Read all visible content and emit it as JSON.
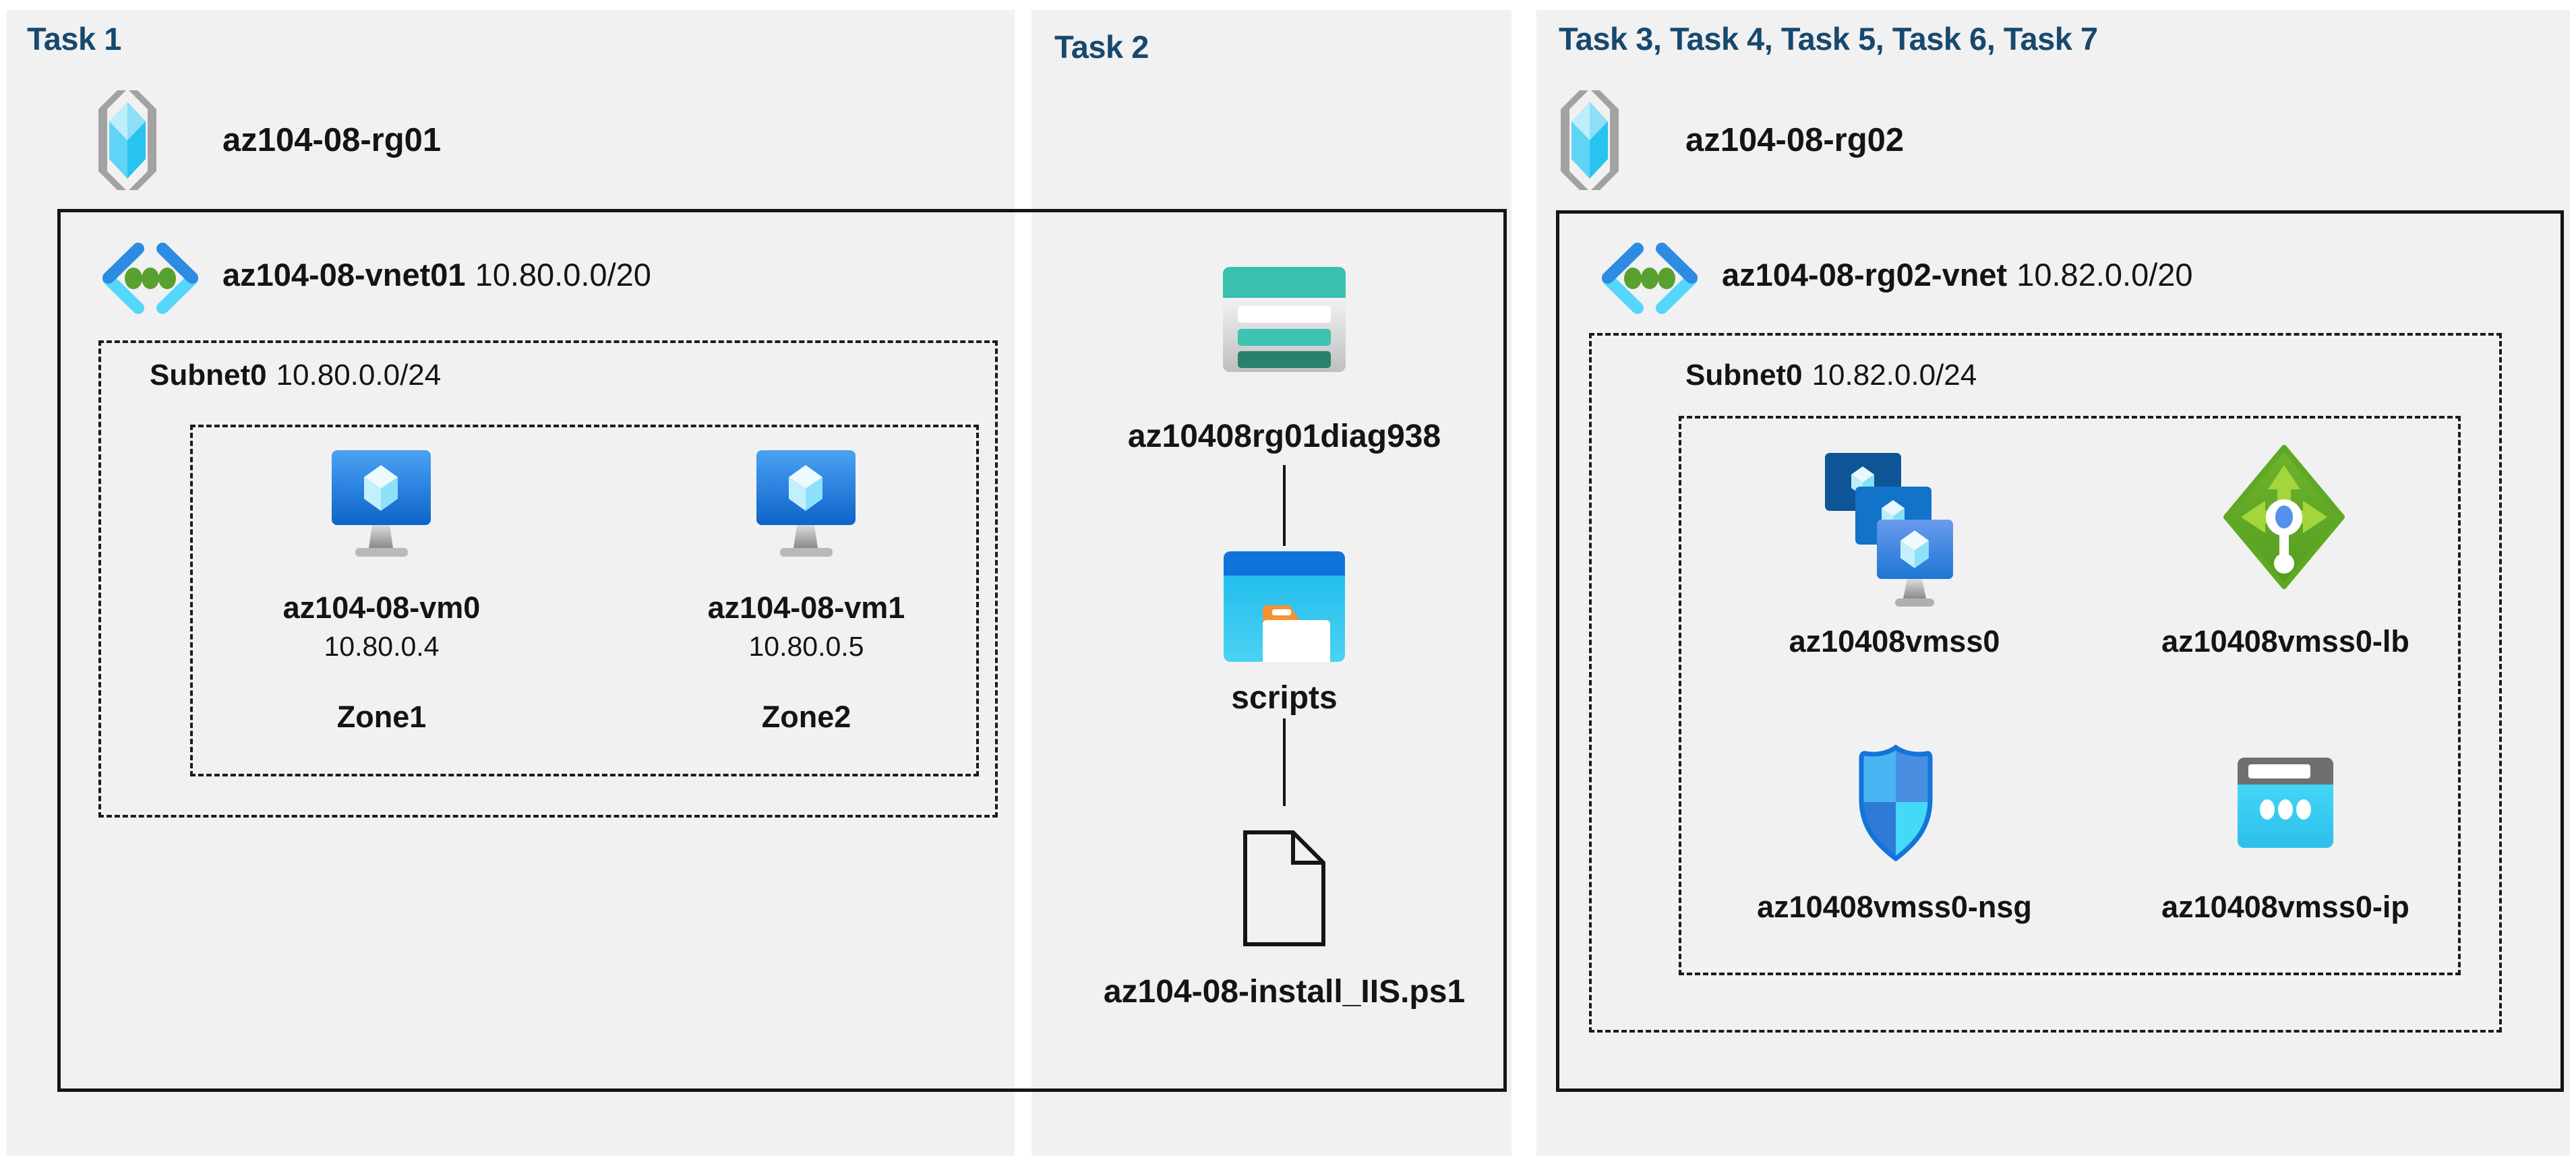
{
  "colors": {
    "page_bg": "#ffffff",
    "panel_bg": "#f1f1f1",
    "heading": "#17496e",
    "line": "#151515",
    "vnet_blue": "#2d8ce2",
    "vnet_cyan": "#55d7fb",
    "vnet_green": "#58a12e",
    "storage_teal": "#3ac0ae",
    "lb_green": "#68ad25",
    "nsg_blue": "#1374da",
    "ip_cyan": "#3bd1f5"
  },
  "panels": [
    {
      "title": "Task 1",
      "resource_group": {
        "icon": "resource-group",
        "name": "az104-08-rg01"
      },
      "vnet": {
        "icon": "virtual-network",
        "name": "az104-08-vnet01",
        "cidr": "10.80.0.0/20"
      },
      "subnet": {
        "name": "Subnet0",
        "cidr": "10.80.0.0/24"
      },
      "vms": [
        {
          "icon": "virtual-machine",
          "name": "az104-08-vm0",
          "ip": "10.80.0.4",
          "zone": "Zone1"
        },
        {
          "icon": "virtual-machine",
          "name": "az104-08-vm1",
          "ip": "10.80.0.5",
          "zone": "Zone2"
        }
      ]
    },
    {
      "title": "Task 2",
      "storage_account": {
        "icon": "storage-account",
        "name": "az10408rg01diag938"
      },
      "container": {
        "icon": "blob-container",
        "name": "scripts"
      },
      "file": {
        "icon": "script-file",
        "name": "az104-08-install_IIS.ps1"
      }
    },
    {
      "title": "Task 3, Task 4, Task 5, Task 6, Task 7",
      "resource_group": {
        "icon": "resource-group",
        "name": "az104-08-rg02"
      },
      "vnet": {
        "icon": "virtual-network",
        "name": "az104-08-rg02-vnet",
        "cidr": "10.82.0.0/20"
      },
      "subnet": {
        "name": "Subnet0",
        "cidr": "10.82.0.0/24"
      },
      "resources": [
        {
          "icon": "vm-scale-set",
          "name": "az10408vmss0"
        },
        {
          "icon": "load-balancer",
          "name": "az10408vmss0-lb"
        },
        {
          "icon": "network-security-group",
          "name": "az10408vmss0-nsg"
        },
        {
          "icon": "public-ip",
          "name": "az10408vmss0-ip"
        }
      ]
    }
  ]
}
